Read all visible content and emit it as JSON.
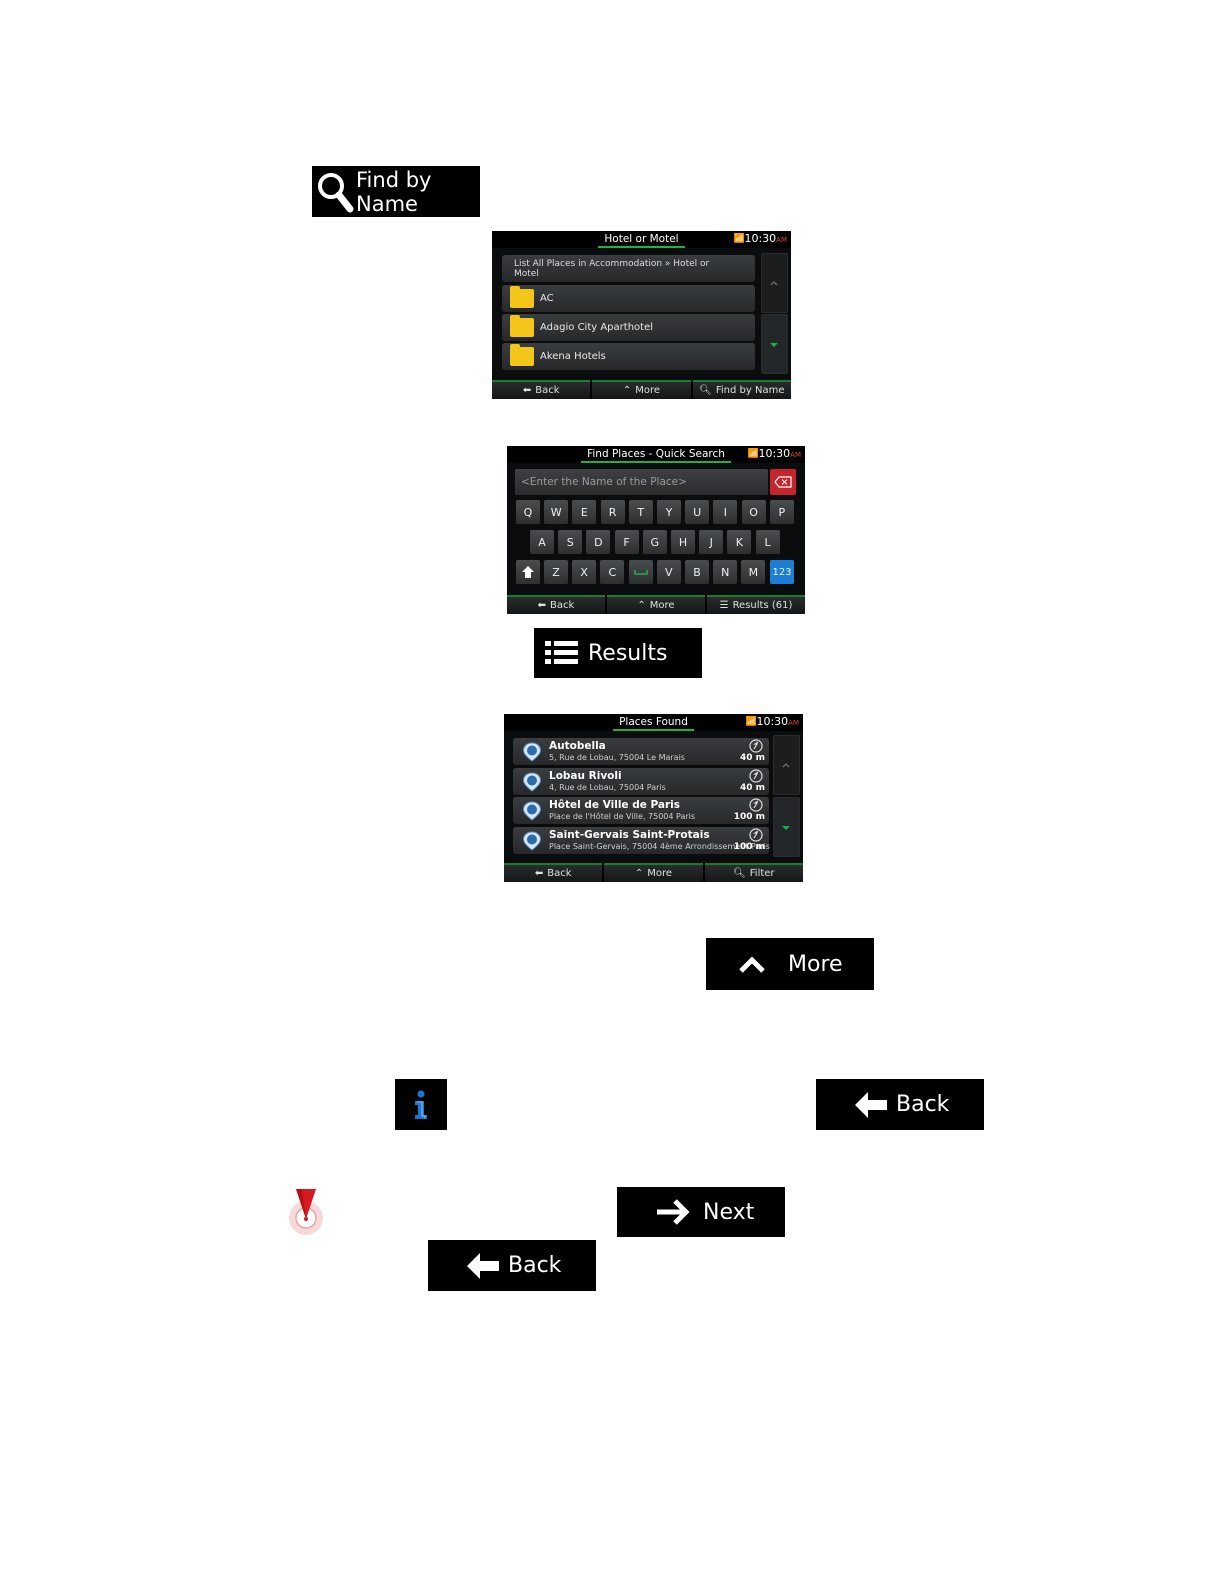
{
  "buttons": {
    "find_by_name": "Find by Name",
    "results": "Results",
    "more": "More",
    "back": "Back",
    "next": "Next"
  },
  "screen_hotel": {
    "title": "Hotel or Motel",
    "time": "10:30",
    "ampm": "AM",
    "list_all": "List All Places in Accommodation » Hotel or Motel",
    "items": [
      "AC",
      "Adagio City Aparthotel",
      "Akena Hotels"
    ],
    "bottom": {
      "back": "Back",
      "more": "More",
      "find": "Find by Name"
    }
  },
  "screen_search": {
    "title": "Find Places - Quick Search",
    "time": "10:30",
    "ampm": "AM",
    "placeholder": "<Enter the Name of the Place>",
    "rows": [
      [
        "Q",
        "W",
        "E",
        "R",
        "T",
        "Y",
        "U",
        "I",
        "O",
        "P"
      ],
      [
        "A",
        "S",
        "D",
        "F",
        "G",
        "H",
        "J",
        "K",
        "L"
      ],
      [
        "Z",
        "X",
        "C",
        "",
        "V",
        "B",
        "N",
        "M"
      ]
    ],
    "numeric_key": "123",
    "bottom": {
      "back": "Back",
      "more": "More",
      "results": "Results (61)"
    }
  },
  "screen_places": {
    "title": "Places Found",
    "time": "10:30",
    "ampm": "AM",
    "items": [
      {
        "name": "Autobella",
        "address": "5, Rue de Lobau, 75004 Le Marais",
        "distance": "40 m"
      },
      {
        "name": "Lobau Rivoli",
        "address": "4, Rue de Lobau, 75004 Paris",
        "distance": "40 m"
      },
      {
        "name": "Hôtel de Ville de Paris",
        "address": "Place de l'Hôtel de Ville, 75004 Paris",
        "distance": "100 m"
      },
      {
        "name": "Saint-Gervais Saint-Protais",
        "address": "Place Saint-Gervais, 75004 4ème Arrondissement Paris",
        "distance": "100 m"
      }
    ],
    "bottom": {
      "back": "Back",
      "more": "More",
      "filter": "Filter"
    }
  },
  "colors": {
    "accent_green": "#1fb04a",
    "key_blue": "#1c7fd4",
    "delete_red": "#c4242b",
    "info_blue": "#1a78d0",
    "pin_red": "#d8191f"
  },
  "icons": [
    "magnifier-icon",
    "list-icon",
    "chevron-up-icon",
    "back-arrow-icon",
    "next-arrow-icon",
    "info-icon",
    "location-pin-icon"
  ]
}
